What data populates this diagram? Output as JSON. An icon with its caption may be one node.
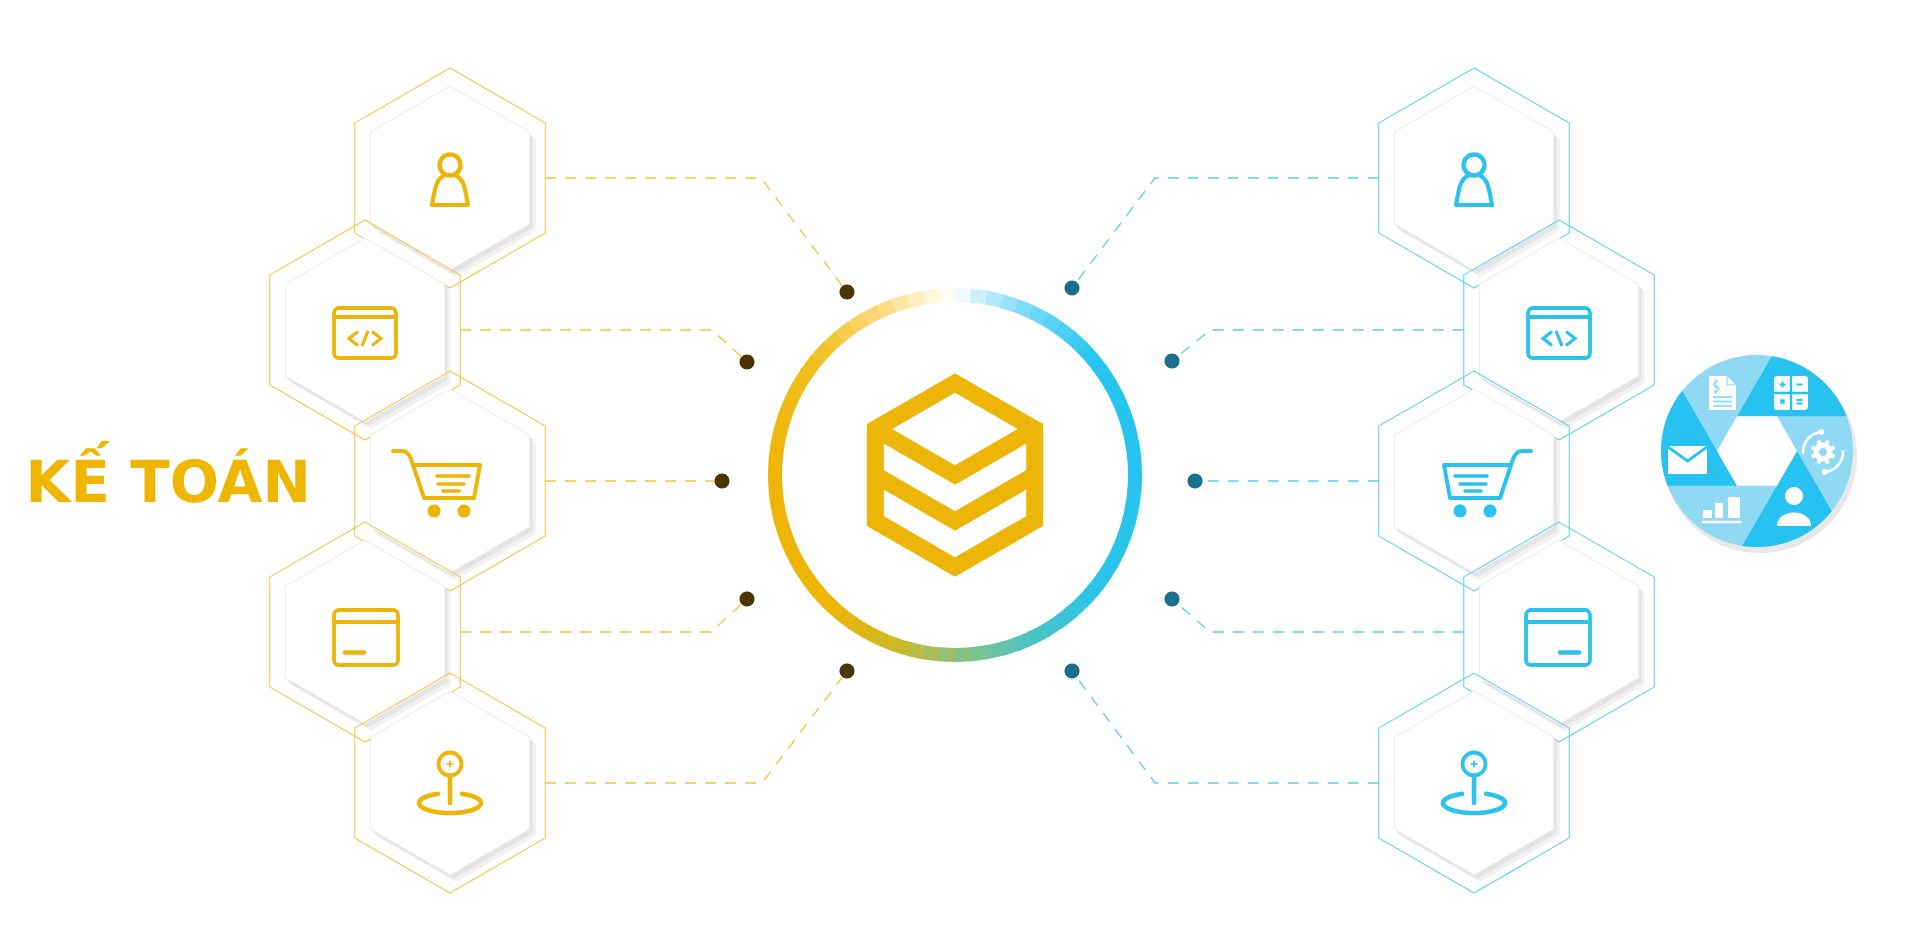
{
  "diagram": {
    "title": "KẾ TOÁN",
    "nodes": [
      {
        "text": [],
        "shape": "hexagon"
      },
      {
        "text": [],
        "shape": "hexagon"
      },
      {
        "text": [],
        "shape": "hexagon"
      },
      {
        "text": [],
        "shape": "hexagon"
      },
      {
        "text": [],
        "shape": "hexagon"
      },
      {
        "text": [],
        "shape": "circle"
      },
      {
        "text": [],
        "shape": "circle"
      },
      {
        "text": [],
        "shape": "circle"
      },
      {
        "text": [],
        "shape": "circle"
      },
      {
        "text": [],
        "shape": "circle"
      },
      {
        "text": [],
        "shape": "circle"
      },
      {
        "text": [],
        "shape": "circle"
      },
      {
        "text": [],
        "shape": "circle"
      },
      {
        "text": [],
        "shape": "circle"
      },
      {
        "text": [],
        "shape": "circle"
      },
      {
        "text": [],
        "shape": "circle"
      },
      {
        "text": [],
        "shape": "hexagon"
      },
      {
        "text": [],
        "shape": "hexagon"
      },
      {
        "text": [],
        "shape": "hexagon"
      },
      {
        "text": [],
        "shape": "hexagon"
      },
      {
        "text": [],
        "shape": "hexagon"
      }
    ],
    "edges": [
      {
        "from": 0,
        "to": 5,
        "arrow": "none",
        "style": "dashed",
        "color": "#f4c33a"
      },
      {
        "from": 1,
        "to": 6,
        "arrow": "none",
        "style": "dashed",
        "color": "#f4c33a"
      },
      {
        "from": 2,
        "to": 7,
        "arrow": "none",
        "style": "dashed",
        "color": "#f4c33a"
      },
      {
        "from": 3,
        "to": 8,
        "arrow": "none",
        "style": "dashed",
        "color": "#f4c33a"
      },
      {
        "from": 4,
        "to": 9,
        "arrow": "none",
        "style": "dashed",
        "color": "#f4c33a"
      },
      {
        "from": 16,
        "to": 11,
        "arrow": "none",
        "style": "dashed",
        "color": "#5ccdf0"
      },
      {
        "from": 17,
        "to": 12,
        "arrow": "none",
        "style": "dashed",
        "color": "#5ccdf0"
      },
      {
        "from": 18,
        "to": 13,
        "arrow": "none",
        "style": "dashed",
        "color": "#5ccdf0"
      },
      {
        "from": 19,
        "to": 14,
        "arrow": "none",
        "style": "dashed",
        "color": "#5ccdf0"
      },
      {
        "from": 20,
        "to": 15,
        "arrow": "none",
        "style": "dashed",
        "color": "#5ccdf0"
      }
    ]
  }
}
